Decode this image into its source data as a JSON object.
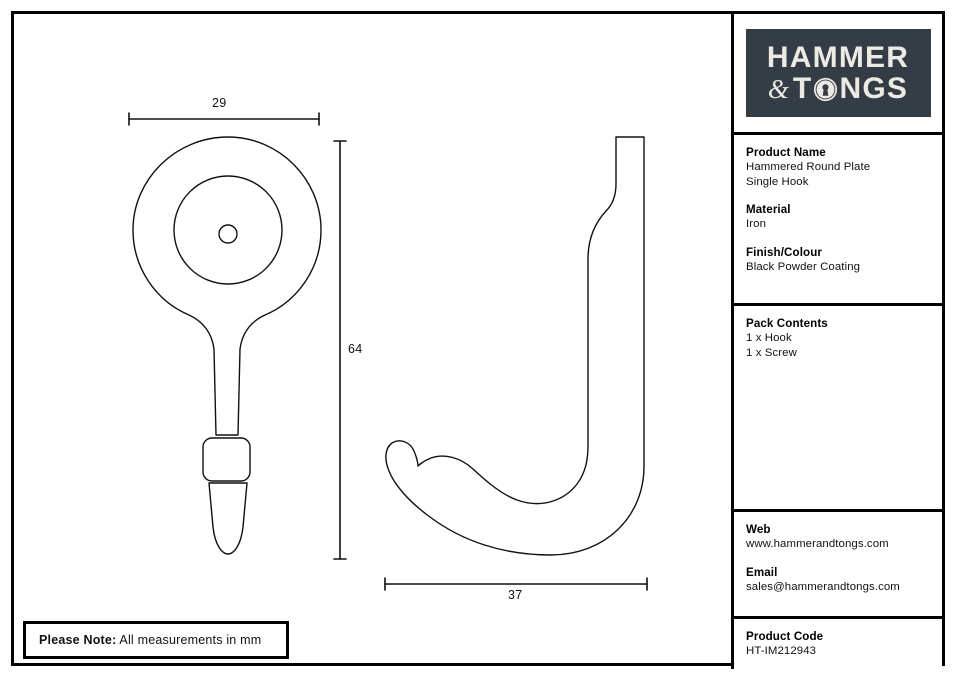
{
  "document": {
    "type": "technical-product-drawing",
    "note_label": "Please Note:",
    "note_text": "All measurements in mm",
    "units": "mm"
  },
  "brand": {
    "logo_line1": "HAMMER",
    "logo_ampersand": "&",
    "logo_line2_before": "T",
    "logo_line2_after": "NGS",
    "logo_keyhole_icon": "keyhole-icon",
    "logo_bg": "#343c45",
    "logo_fg": "#eceae4"
  },
  "info_panel": {
    "product_name_label": "Product Name",
    "product_name_line1": "Hammered Round Plate",
    "product_name_line2": "Single Hook",
    "material_label": "Material",
    "material_value": "Iron",
    "finish_label": "Finish/Colour",
    "finish_value": "Black Powder Coating",
    "pack_contents_label": "Pack Contents",
    "pack_item_1": "1 x Hook",
    "pack_item_2": "1 x Screw",
    "web_label": "Web",
    "web_value": "www.hammerandtongs.com",
    "email_label": "Email",
    "email_value": "sales@hammerandtongs.com",
    "product_code_label": "Product Code",
    "product_code_value": "HT-IM212943"
  },
  "drawing": {
    "front_view_name": "front-view-hook",
    "side_view_name": "side-view-hook",
    "line_color": "#111111",
    "dimensions": {
      "plate_width": "29",
      "overall_height": "64",
      "projection_depth": "37"
    }
  }
}
